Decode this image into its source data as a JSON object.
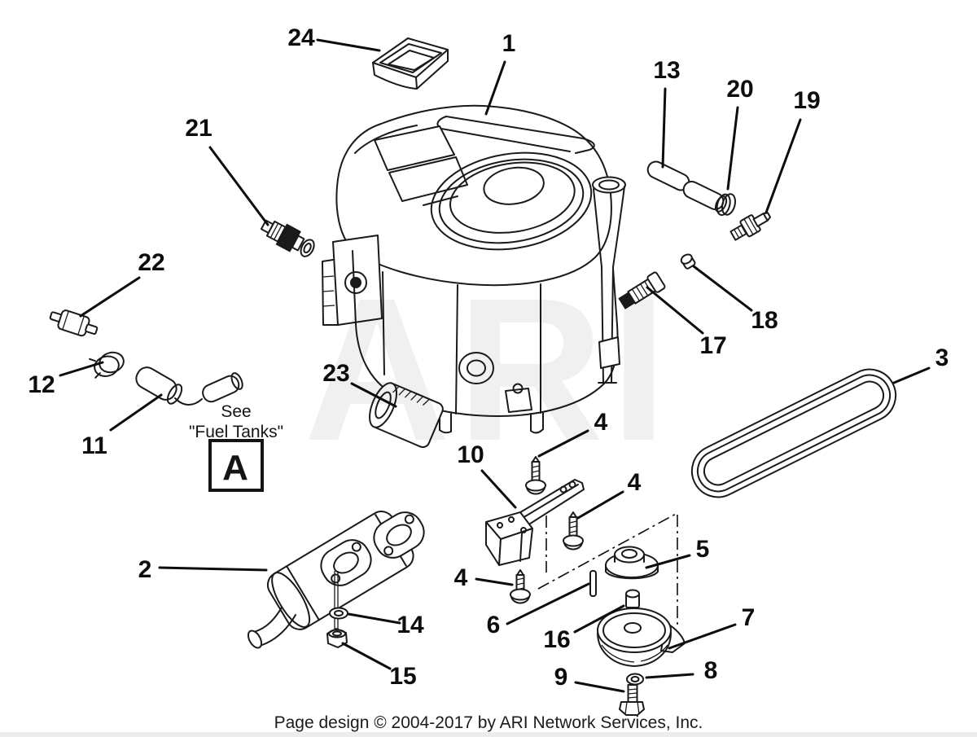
{
  "page": {
    "footer": "Page design © 2004-2017 by ARI Network Services, Inc.",
    "watermark": "ARI"
  },
  "reference_note": {
    "line1": "See",
    "line2": "\"Fuel Tanks\"",
    "box_label": "A"
  },
  "callouts": [
    {
      "label": "1"
    },
    {
      "label": "2"
    },
    {
      "label": "3"
    },
    {
      "label": "4"
    },
    {
      "label": "4"
    },
    {
      "label": "4"
    },
    {
      "label": "5"
    },
    {
      "label": "6"
    },
    {
      "label": "7"
    },
    {
      "label": "8"
    },
    {
      "label": "9"
    },
    {
      "label": "10"
    },
    {
      "label": "11"
    },
    {
      "label": "12"
    },
    {
      "label": "13"
    },
    {
      "label": "14"
    },
    {
      "label": "15"
    },
    {
      "label": "16"
    },
    {
      "label": "17"
    },
    {
      "label": "18"
    },
    {
      "label": "19"
    },
    {
      "label": "20"
    },
    {
      "label": "21"
    },
    {
      "label": "22"
    },
    {
      "label": "23"
    },
    {
      "label": "24"
    }
  ],
  "colors": {
    "ink": "#1a1a1a",
    "paper": "#ffffff",
    "wm": "#000000",
    "bar": "#ececec"
  }
}
